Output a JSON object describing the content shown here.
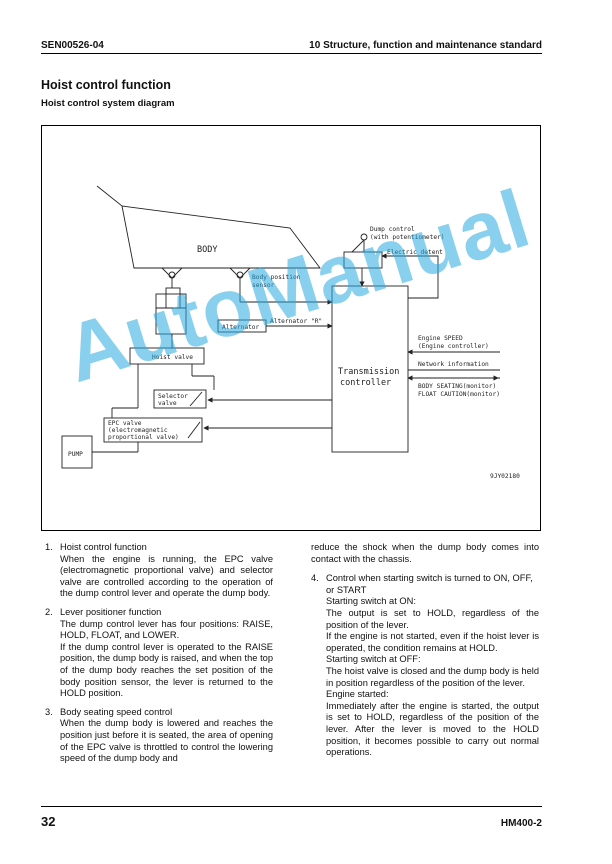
{
  "header": {
    "doc_code": "SEN00526-04",
    "section": "10 Structure, function and maintenance standard"
  },
  "titles": {
    "main": "Hoist control function",
    "sub": "Hoist control system diagram"
  },
  "diagram": {
    "body": "BODY",
    "dump_control_1": "Dump control",
    "dump_control_2": "(with potentiometer)",
    "electric_detent": "Electric detent",
    "body_sensor_1": "Body position",
    "body_sensor_2": "sensor",
    "alternator": "Alternator",
    "alternator_r": "Alternator \"R\"",
    "engine_speed_1": "Engine SPEED",
    "engine_speed_2": "(Engine controller)",
    "network": "Network information",
    "transmission_1": "Transmission",
    "transmission_2": "controller",
    "monitor_1": "BODY SEATING(monitor)",
    "monitor_2": "FLOAT CAUTION(monitor)",
    "hoist_valve": "Hoist valve",
    "selector_1": "Selector",
    "selector_2": "valve",
    "epc_1": "EPC valve",
    "epc_2": "(electromagnetic",
    "epc_3": "proportional valve)",
    "pump": "PUMP",
    "figure_id": "9JY02180"
  },
  "watermark": "AutoManual",
  "items": [
    {
      "num": "1.",
      "head": "Hoist control function",
      "paras": [
        "When the engine is running, the EPC valve (electromagnetic proportional valve) and selector valve are controlled according to the operation of the dump control lever and operate the dump body."
      ]
    },
    {
      "num": "2.",
      "head": "Lever positioner function",
      "paras": [
        "The dump control lever has four positions: RAISE, HOLD, FLOAT, and LOWER.",
        "If the dump control lever is operated to the RAISE position, the dump body is raised, and when the top of the dump body reaches the set position of the body position sensor, the lever is returned to the HOLD position."
      ]
    },
    {
      "num": "3.",
      "head": "Body seating speed control",
      "paras": [
        "When the dump body is lowered and reaches the position just before it is seated, the area of opening of the EPC valve is throttled to control the lowering speed of the dump body and"
      ]
    }
  ],
  "item3_cont": "reduce the shock when the dump body comes into contact with the chassis.",
  "item4": {
    "num": "4.",
    "head": "Control when starting switch is turned to ON, OFF, or START",
    "paras": [
      "Starting switch at ON:",
      "The output is set to HOLD, regardless of the position of the lever.",
      "If the engine is not started, even if the hoist lever is operated, the condition remains at HOLD.",
      "Starting switch at OFF:",
      "The hoist valve is closed and the dump body is held in position regardless of the position of the lever.",
      "Engine started:",
      "Immediately after the engine is started, the output is set to HOLD, regardless of the position of the lever.  After the lever is moved to the HOLD position, it becomes possible to carry out normal operations."
    ]
  },
  "footer": {
    "page": "32",
    "model": "HM400-2"
  }
}
